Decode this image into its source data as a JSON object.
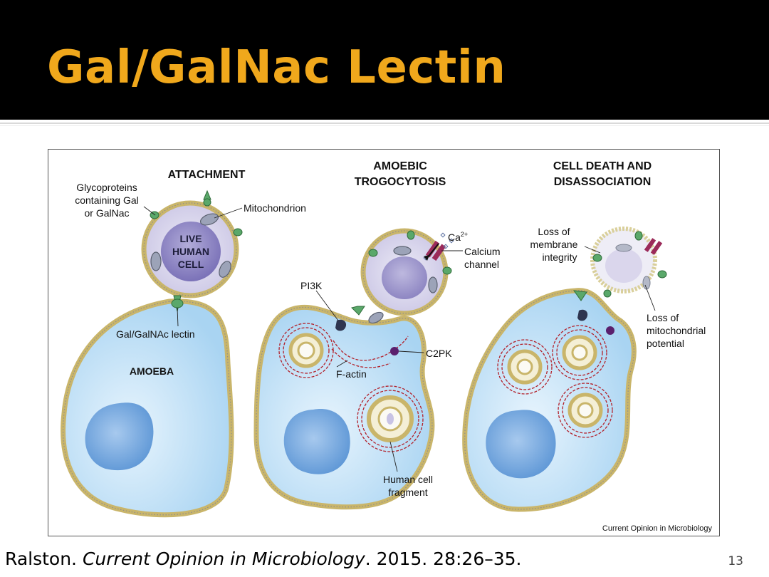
{
  "slide": {
    "title": "Gal/GalNac Lectin",
    "page_number": "13",
    "citation": {
      "author": "Ralston.",
      "journal": "Current Opinion in Microbiology",
      "details": ". 2015. 28:26–35."
    }
  },
  "figure": {
    "credit": "Current Opinion in Microbiology",
    "panels": {
      "attachment": {
        "heading": "ATTACHMENT",
        "labels": {
          "glyco_1": "Glycoproteins",
          "glyco_2": "containing Gal",
          "glyco_3": "or GalNac",
          "mito": "Mitochondrion",
          "cell_1": "LIVE",
          "cell_2": "HUMAN",
          "cell_3": "CELL",
          "lectin": "Gal/GalNAc lectin",
          "amoeba": "AMOEBA"
        }
      },
      "trogocytosis": {
        "heading_1": "AMOEBIC",
        "heading_2": "TROGOCYTOSIS",
        "labels": {
          "ca": "Ca",
          "ca_sup": "2+",
          "calcium_1": "Calcium",
          "calcium_2": "channel",
          "pi3k": "PI3K",
          "c2pk": "C2PK",
          "factin": "F-actin",
          "fragment_1": "Human cell",
          "fragment_2": "fragment"
        }
      },
      "death": {
        "heading_1": "CELL DEATH AND",
        "heading_2": "DISASSOCIATION",
        "labels": {
          "membrane_1": "Loss of",
          "membrane_2": "membrane",
          "membrane_3": "integrity",
          "mito_1": "Loss of",
          "mito_2": "mitochondrial",
          "mito_3": "potential"
        }
      }
    },
    "colors": {
      "title": "#f0a81c",
      "amoeba_fill": "#bfe0f6",
      "nucleus": "#6fa6df",
      "human_cell": "#d4d0ea",
      "human_nucleus": "#8b84c2",
      "membrane": "#d8c77a",
      "lectin": "#5aa86a",
      "actin": "#b3202a"
    }
  }
}
